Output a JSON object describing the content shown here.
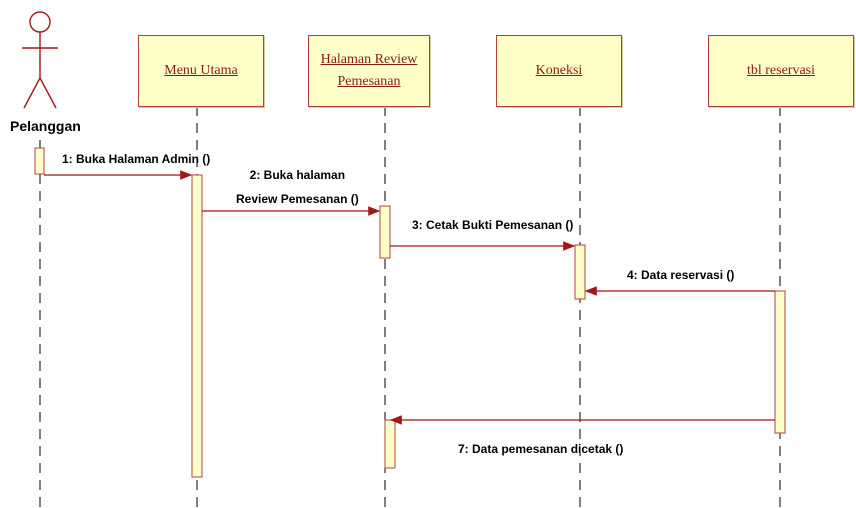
{
  "actor": {
    "label": "Pelanggan"
  },
  "lifelines": [
    {
      "id": "menu",
      "lines": [
        "Menu Utama"
      ]
    },
    {
      "id": "review",
      "lines": [
        "Halaman Review",
        "Pemesanan"
      ]
    },
    {
      "id": "koneksi",
      "lines": [
        "Koneksi"
      ]
    },
    {
      "id": "tbl",
      "lines": [
        "tbl reservasi"
      ]
    }
  ],
  "messages": [
    {
      "label": "1: Buka Halaman Admin ()"
    },
    {
      "label_lines": [
        "2:  Buka halaman",
        "Review Pemesanan ()"
      ]
    },
    {
      "label": "3:  Cetak Bukti Pemesanan ()"
    },
    {
      "label": "4:  Data reservasi ()"
    },
    {
      "label": "7:  Data pemesanan dicetak ()"
    }
  ],
  "colors": {
    "box_fill": "#ffffc8",
    "box_border": "#b04040",
    "box_text": "#8a1a1a",
    "arrow": "#a01818",
    "activation": "#ffffc8"
  }
}
